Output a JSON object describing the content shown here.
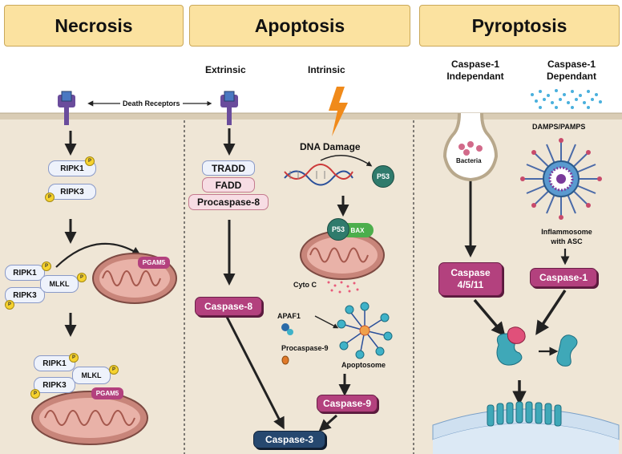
{
  "headers": {
    "necrosis": "Necrosis",
    "apoptosis": "Apoptosis",
    "pyroptosis": "Pyroptosis"
  },
  "apoptosis": {
    "extrinsic": "Extrinsic",
    "intrinsic": "Intrinsic",
    "death_receptors": "Death Receptors",
    "tradd": "TRADD",
    "fadd": "FADD",
    "procaspase8": "Procaspase-8",
    "caspase8": "Caspase-8",
    "dna_damage": "DNA Damage",
    "p53": "P53",
    "bax": "BAX",
    "cyto_c": "Cyto C",
    "apaf1": "APAF1",
    "procaspase9": "Procaspase-9",
    "apoptosome": "Apoptosome",
    "caspase9": "Caspase-9",
    "caspase3": "Caspase-3"
  },
  "necrosis": {
    "ripk1": "RIPK1",
    "ripk3": "RIPK3",
    "mlkl": "MLKL",
    "pgam5": "PGAM5",
    "phospho": "P"
  },
  "pyroptosis": {
    "independant": "Caspase-1 Independant",
    "dependant": "Caspase-1 Dependant",
    "damps": "DAMPS/PAMPS",
    "bacteria": "Bacteria",
    "inflammasome": "Inflammosome with ASC",
    "caspase4511": "Caspase 4/5/11",
    "caspase1": "Caspase-1"
  },
  "colors": {
    "header_bg": "#fbe2a0",
    "caspase": "#b3417e",
    "caspase3": "#26486f",
    "membrane": "#efe6d6"
  },
  "icons": [
    "death-receptor-icon",
    "lightning-icon",
    "dna-icon",
    "mitochondrion-icon",
    "apoptosome-icon",
    "inflammasome-icon",
    "gasdermin-icon",
    "bacteria-icon"
  ]
}
